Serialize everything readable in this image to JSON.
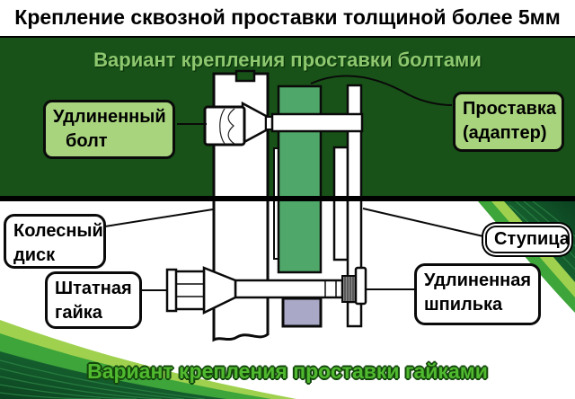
{
  "title": "Крепление сквозной проставки толщиной более 5мм",
  "sections": {
    "top_banner": "Вариант крепления проставки болтами",
    "bottom_banner": "Вариант крепления проставки гайками"
  },
  "labels": {
    "bolt": {
      "line1": "Удлиненный",
      "line2": "болт"
    },
    "spacer": {
      "line1": "Проставка",
      "line2": "(адаптер)"
    },
    "disc": {
      "line1": "Колесный",
      "line2": "диск"
    },
    "hub": {
      "text": "Ступица"
    },
    "nut": {
      "line1": "Штатная",
      "line2": "гайка"
    },
    "stud": {
      "line1": "Удлиненная",
      "line2": "шпилька"
    }
  },
  "colors": {
    "banner_bg": "#185218",
    "label_green": "#a9d47e",
    "spacer_green": "#4fa869",
    "hub_gray": "#a9a9c7",
    "swoosh_light": "#9fd14f",
    "swoosh_medium": "#3da53a",
    "swoosh_dark_light": "#1f7c3c",
    "swoosh_dark_deep": "#0b4220",
    "banner_text": "#8dc86f",
    "bottom_text": "#50b92f"
  }
}
